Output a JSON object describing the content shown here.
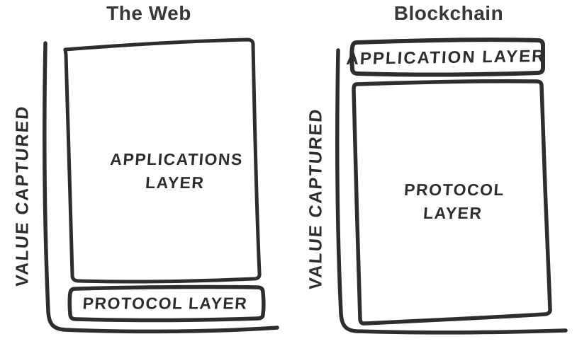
{
  "colors": {
    "ink": "#2d2d2d",
    "paper": "#ffffff"
  },
  "panels": {
    "web": {
      "title": "The Web",
      "axis_label": "VALUE CAPTURED",
      "boxes": {
        "applications": {
          "label_lines": [
            "APPLICATIONS",
            "LAYER"
          ],
          "size": "large"
        },
        "protocol": {
          "label": "PROTOCOL LAYER",
          "size": "small"
        }
      }
    },
    "blockchain": {
      "title": "Blockchain",
      "axis_label": "VALUE CAPTURED",
      "boxes": {
        "application": {
          "label": "APPLICATION LAYER",
          "size": "small"
        },
        "protocol": {
          "label_lines": [
            "PROTOCOL",
            "LAYER"
          ],
          "size": "large"
        }
      }
    }
  }
}
